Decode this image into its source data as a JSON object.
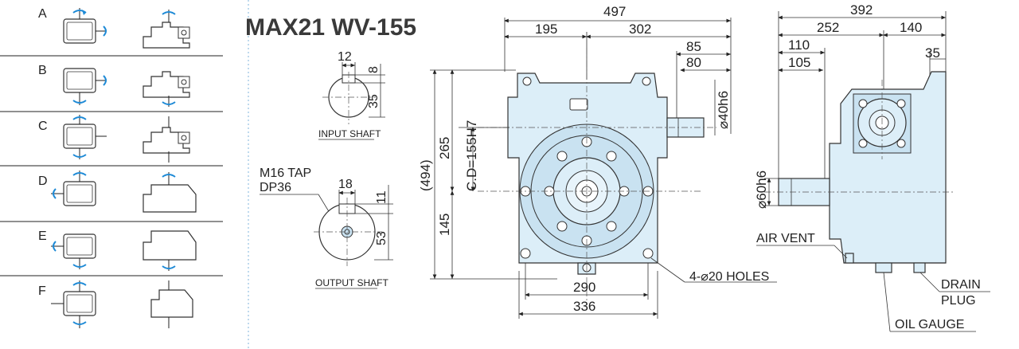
{
  "title": "MAX21 WV-155",
  "mounting": {
    "rows": [
      {
        "letter": "A"
      },
      {
        "letter": "B"
      },
      {
        "letter": "C"
      },
      {
        "letter": "D"
      },
      {
        "letter": "E"
      },
      {
        "letter": "F"
      }
    ]
  },
  "input_shaft": {
    "caption": "INPUT SHAFT",
    "key_width": "12",
    "key_depth": "8",
    "height": "35"
  },
  "output_shaft": {
    "caption": "OUTPUT SHAFT",
    "tap": "M16 TAP",
    "dp": "DP36",
    "key_width": "18",
    "key_depth": "11",
    "height": "53"
  },
  "front": {
    "overall_width": "497",
    "left_w": "195",
    "right_w": "302",
    "shaft_85": "85",
    "shaft_80": "80",
    "dia_input": "⌀40h6",
    "total_h": "(494)",
    "upper_h": "265",
    "lower_h": "145",
    "cd": "C.D=155H7",
    "base_w1": "290",
    "base_w2": "336",
    "holes": "4-⌀20 HOLES"
  },
  "side": {
    "overall": "392",
    "w252": "252",
    "w140": "140",
    "w110": "110",
    "w105": "105",
    "w35": "35",
    "dia_output": "⌀60h6",
    "air_vent": "AIR VENT",
    "drain_1": "DRAIN",
    "drain_2": "PLUG",
    "oil_gauge": "OIL GAUGE"
  },
  "colors": {
    "body": "#dceef8",
    "arrow": "#1e8ad6",
    "title": "#3a3a3a"
  }
}
